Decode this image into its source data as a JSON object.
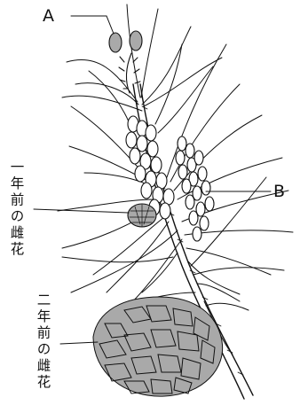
{
  "labels": {
    "a": "A",
    "b": "B",
    "one_year_female": "一年前の雌花",
    "two_year_female": "二年前の雌花"
  },
  "colors": {
    "ink": "#111111",
    "cone_fill": "#a9a9a9",
    "catkin_fill": "#ffffff"
  }
}
